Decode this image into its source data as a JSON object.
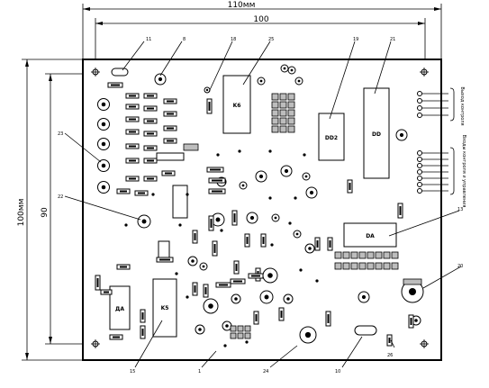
{
  "dimensions": {
    "width_outer": "110мм",
    "width_inner": "100",
    "height_outer": "100мм",
    "height_inner": "90"
  },
  "callouts": [
    "11",
    "8",
    "18",
    "25",
    "19",
    "21",
    "23",
    "22",
    "13",
    "20",
    "15",
    "1",
    "24",
    "10",
    "26"
  ],
  "chip_labels": {
    "ic_top": "K6",
    "ic_mid": "DD2",
    "ic_right": "DD",
    "ic_wide": "DA",
    "ic_left": "K5",
    "ic_bottom_left": "ДА"
  },
  "connector_labels": {
    "upper": "Выход контроля",
    "lower": "Входы контроля и управления"
  }
}
